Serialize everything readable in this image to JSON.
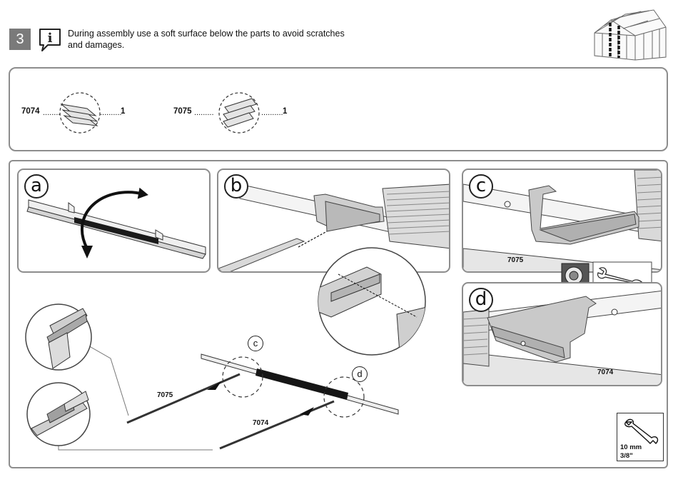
{
  "header": {
    "step_number": "3",
    "note_line1": "During assembly use a soft surface below the parts to avoid scratches",
    "note_line2": "and damages.",
    "info_icon": "info-icon"
  },
  "parts": [
    {
      "code": "7074",
      "quantity": "1"
    },
    {
      "code": "7075",
      "quantity": "1"
    }
  ],
  "panels": {
    "a": {
      "label": "a"
    },
    "b": {
      "label": "b"
    },
    "c": {
      "label": "c",
      "code": "7075"
    },
    "d": {
      "label": "d",
      "code": "7074"
    }
  },
  "overview": {
    "callout_c": "c",
    "callout_d": "d",
    "label_7075": "7075",
    "label_7074": "7074"
  },
  "tool": {
    "icon": "wrench-icon",
    "size_metric": "10 mm",
    "size_imperial": "3/8\""
  },
  "colors": {
    "frame": "#8d8d8d",
    "part_fill": "#d9d9d9",
    "dark_part": "#1e1e1e"
  }
}
